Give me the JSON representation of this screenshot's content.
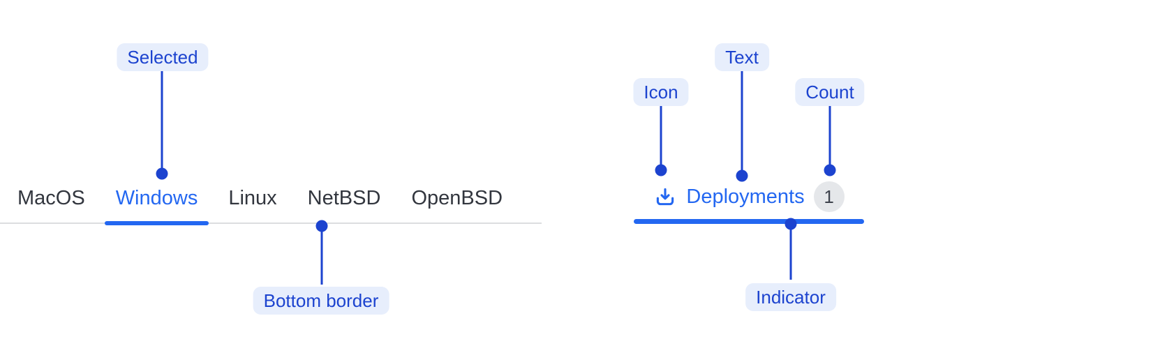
{
  "colors": {
    "tab_blue": "#2367f1",
    "annotation_blue": "#1c43cf",
    "annotation_pill_bg": "#e7eefc",
    "tab_text": "#32363e",
    "strip_border_gray": "#dcdddf",
    "badge_bg": "#e5e7ea",
    "badge_text": "#3d424c",
    "background": "#ffffff"
  },
  "left_tabs": {
    "items": [
      {
        "label": "MacOS",
        "selected": false
      },
      {
        "label": "Windows",
        "selected": true
      },
      {
        "label": "Linux",
        "selected": false
      },
      {
        "label": "NetBSD",
        "selected": false
      },
      {
        "label": "OpenBSD",
        "selected": false
      }
    ]
  },
  "right_tab": {
    "icon": "download-icon",
    "label": "Deployments",
    "count": "1"
  },
  "annotations": {
    "selected": "Selected",
    "bottom_border": "Bottom border",
    "icon": "Icon",
    "text": "Text",
    "count": "Count",
    "indicator": "Indicator"
  }
}
